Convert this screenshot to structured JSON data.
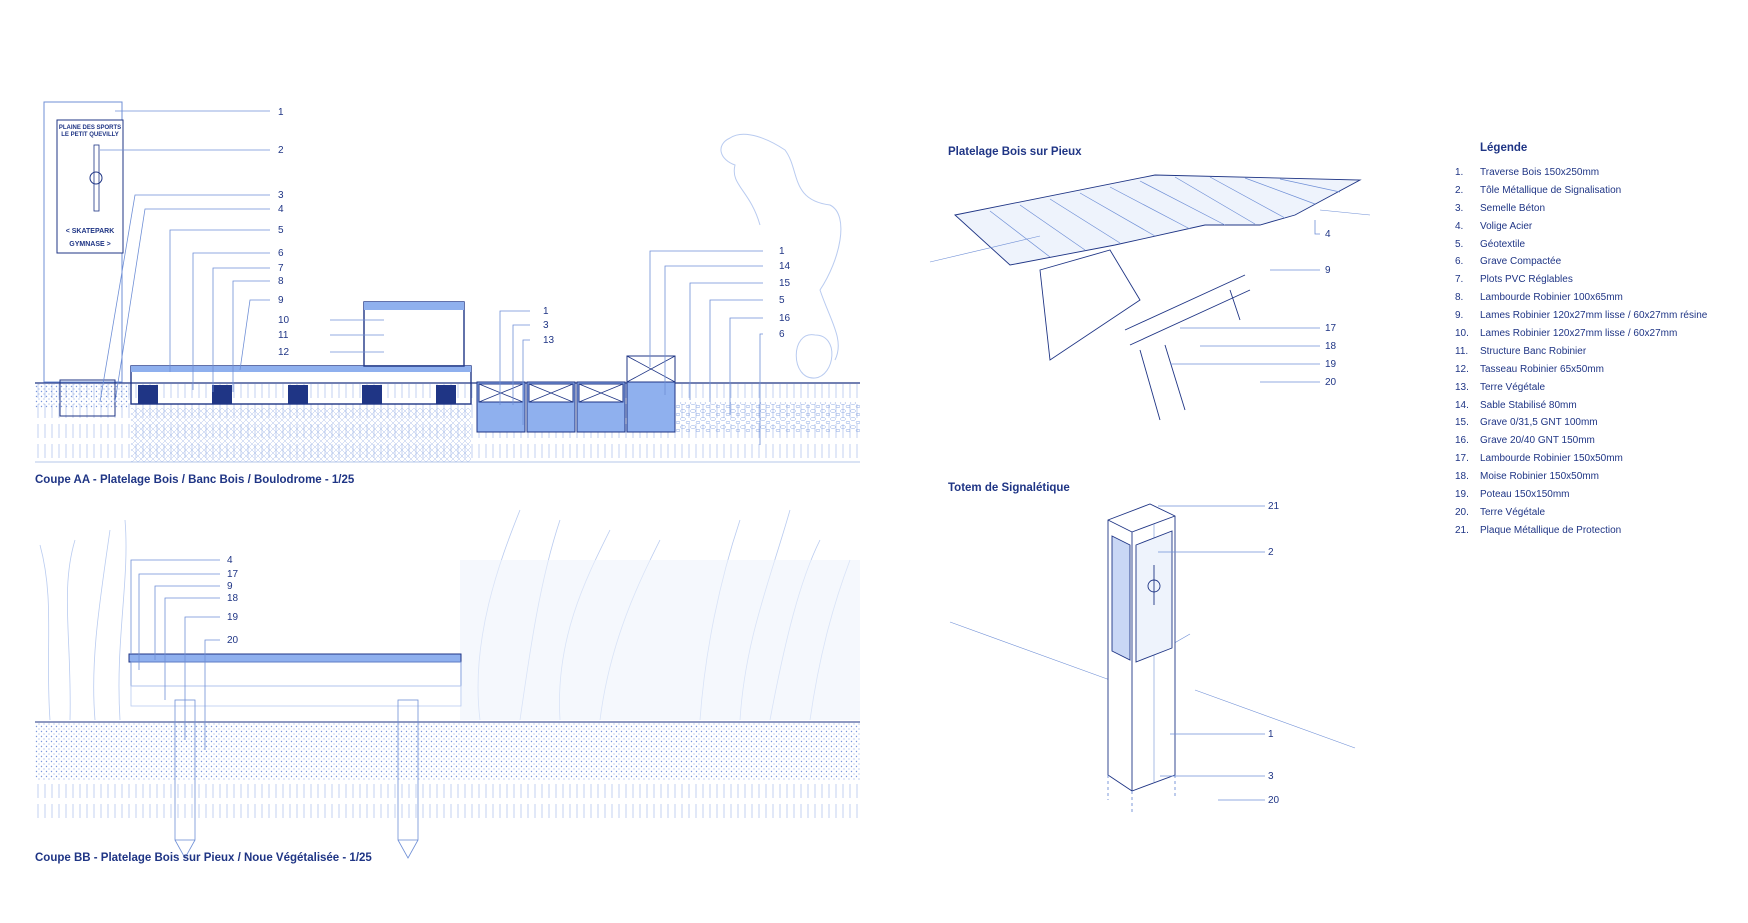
{
  "sections": {
    "coupe_aa": {
      "caption": "Coupe AA - Platelage Bois / Banc Bois / Boulodrome - 1/25",
      "callouts": [
        "1",
        "2",
        "3",
        "4",
        "5",
        "6",
        "7",
        "8",
        "9",
        "10",
        "11",
        "12",
        "1",
        "3",
        "13",
        "1",
        "14",
        "15",
        "5",
        "16",
        "6"
      ]
    },
    "coupe_bb": {
      "caption": "Coupe BB - Platelage Bois sur Pieux / Noue Végétalisée - 1/25",
      "callouts": [
        "4",
        "17",
        "9",
        "18",
        "19",
        "20"
      ]
    },
    "platelage": {
      "caption": "Platelage Bois sur Pieux",
      "callouts": [
        "4",
        "9",
        "17",
        "18",
        "19",
        "20"
      ]
    },
    "totem": {
      "caption": "Totem de Signalétique",
      "callouts": [
        "21",
        "2",
        "1",
        "3",
        "20"
      ]
    }
  },
  "sign": {
    "title_line1": "PLAINE DES SPORTS",
    "title_line2": "LE PETIT QUEVILLY",
    "skatepark": "< SKATEPARK",
    "gymnase": "GYMNASE >"
  },
  "legend": {
    "title": "Légende",
    "items": [
      {
        "num": "1.",
        "label": "Traverse Bois 150x250mm"
      },
      {
        "num": "2.",
        "label": "Tôle Métallique de Signalisation"
      },
      {
        "num": "3.",
        "label": "Semelle Béton"
      },
      {
        "num": "4.",
        "label": "Volige Acier"
      },
      {
        "num": "5.",
        "label": "Géotextile"
      },
      {
        "num": "6.",
        "label": "Grave Compactée"
      },
      {
        "num": "7.",
        "label": "Plots PVC Réglables"
      },
      {
        "num": "8.",
        "label": "Lambourde Robinier 100x65mm"
      },
      {
        "num": "9.",
        "label": "Lames Robinier 120x27mm lisse / 60x27mm résine"
      },
      {
        "num": "10.",
        "label": "Lames Robinier 120x27mm lisse / 60x27mm"
      },
      {
        "num": "11.",
        "label": "Structure Banc Robinier"
      },
      {
        "num": "12.",
        "label": "Tasseau Robinier 65x50mm"
      },
      {
        "num": "13.",
        "label": "Terre Végétale"
      },
      {
        "num": "14.",
        "label": "Sable Stabilisé 80mm"
      },
      {
        "num": "15.",
        "label": "Grave 0/31,5 GNT 100mm"
      },
      {
        "num": "16.",
        "label": "Grave 20/40 GNT 150mm"
      },
      {
        "num": "17.",
        "label": "Lambourde Robinier 150x50mm"
      },
      {
        "num": "18.",
        "label": "Moise Robinier 150x50mm"
      },
      {
        "num": "19.",
        "label": "Poteau 150x150mm"
      },
      {
        "num": "20.",
        "label": "Terre Végétale"
      },
      {
        "num": "21.",
        "label": "Plaque Métallique de Protection"
      }
    ]
  },
  "colors": {
    "ink": "#1f3585",
    "line": "#6f8fd6",
    "fill": "#8fb0ee",
    "light": "#c9d7f5"
  }
}
